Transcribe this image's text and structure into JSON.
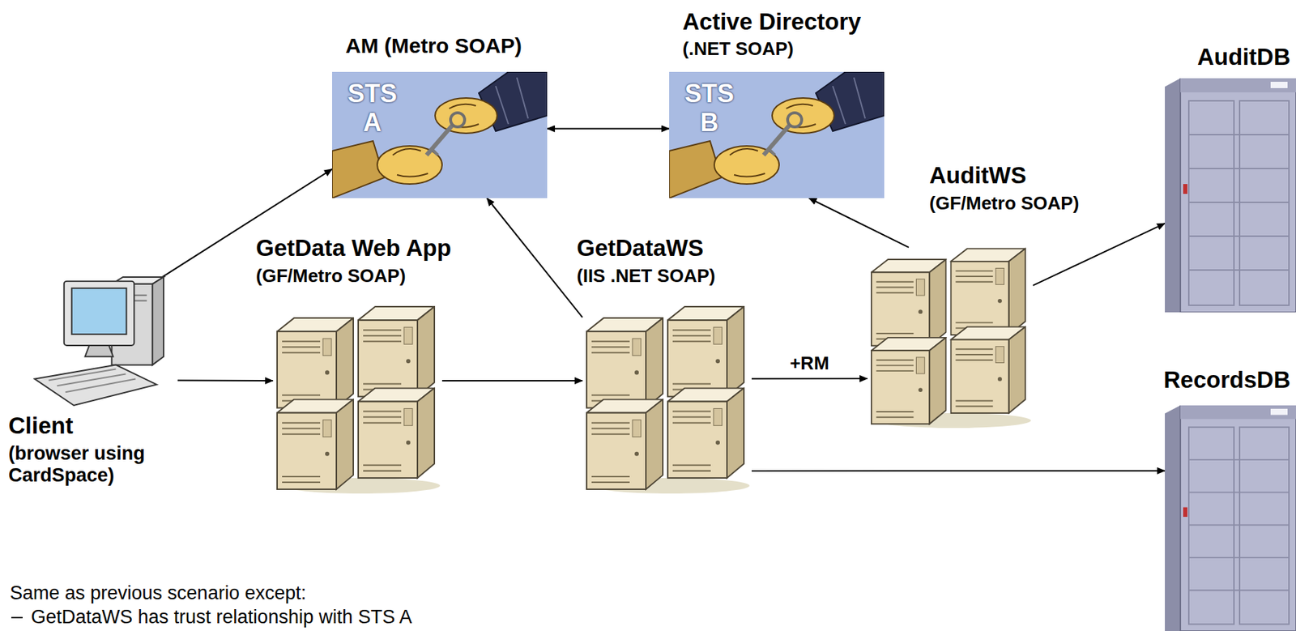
{
  "diagram": {
    "nodes": [
      {
        "text": [
          "AM (Metro SOAP)",
          "STS A"
        ]
      },
      {
        "text": [
          "Active Directory",
          "(.NET SOAP)",
          "STS B"
        ]
      },
      {
        "text": [
          "AuditDB"
        ]
      },
      {
        "text": [
          "AuditWS",
          "(GF/Metro SOAP)"
        ]
      },
      {
        "text": [
          "GetData Web App",
          "(GF/Metro SOAP)"
        ]
      },
      {
        "text": [
          "GetDataWS",
          "(IIS .NET SOAP)"
        ]
      },
      {
        "text": [
          "RecordsDB"
        ]
      },
      {
        "text": [
          "Client",
          "(browser using CardSpace)"
        ]
      }
    ],
    "edges": [
      {
        "from": 7,
        "to": 0,
        "arrow": "to"
      },
      {
        "from": 7,
        "to": 4,
        "arrow": "to"
      },
      {
        "from": 4,
        "to": 5,
        "arrow": "to"
      },
      {
        "from": 5,
        "to": 0,
        "arrow": "to"
      },
      {
        "from": 0,
        "to": 1,
        "arrow": "both"
      },
      {
        "from": 3,
        "to": 1,
        "arrow": "to"
      },
      {
        "from": 5,
        "to": 3,
        "label": "+RM",
        "arrow": "to"
      },
      {
        "from": 3,
        "to": 2,
        "arrow": "to"
      },
      {
        "from": 5,
        "to": 6,
        "arrow": "to"
      }
    ],
    "labels": [
      "Same as previous scenario except:",
      "GetDataWS has trust relationship with STS A"
    ]
  }
}
